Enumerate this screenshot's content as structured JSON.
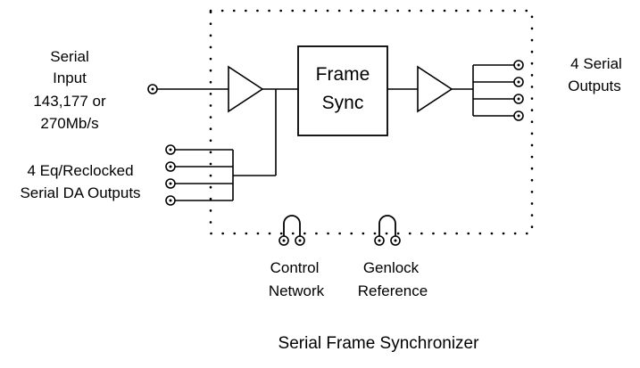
{
  "diagram": {
    "input_label_lines": [
      "Serial",
      "Input",
      "143,177 or",
      "270Mb/s"
    ],
    "da_outputs_label_lines": [
      "4 Eq/Reclocked",
      "Serial DA Outputs"
    ],
    "block_label_lines": [
      "Frame",
      "Sync"
    ],
    "outputs_label_lines": [
      "4 Serial",
      "Outputs"
    ],
    "control_label_lines": [
      "Control",
      "Network"
    ],
    "genlock_label_lines": [
      "Genlock",
      "Reference"
    ],
    "caption": "Serial Frame Synchronizer"
  }
}
